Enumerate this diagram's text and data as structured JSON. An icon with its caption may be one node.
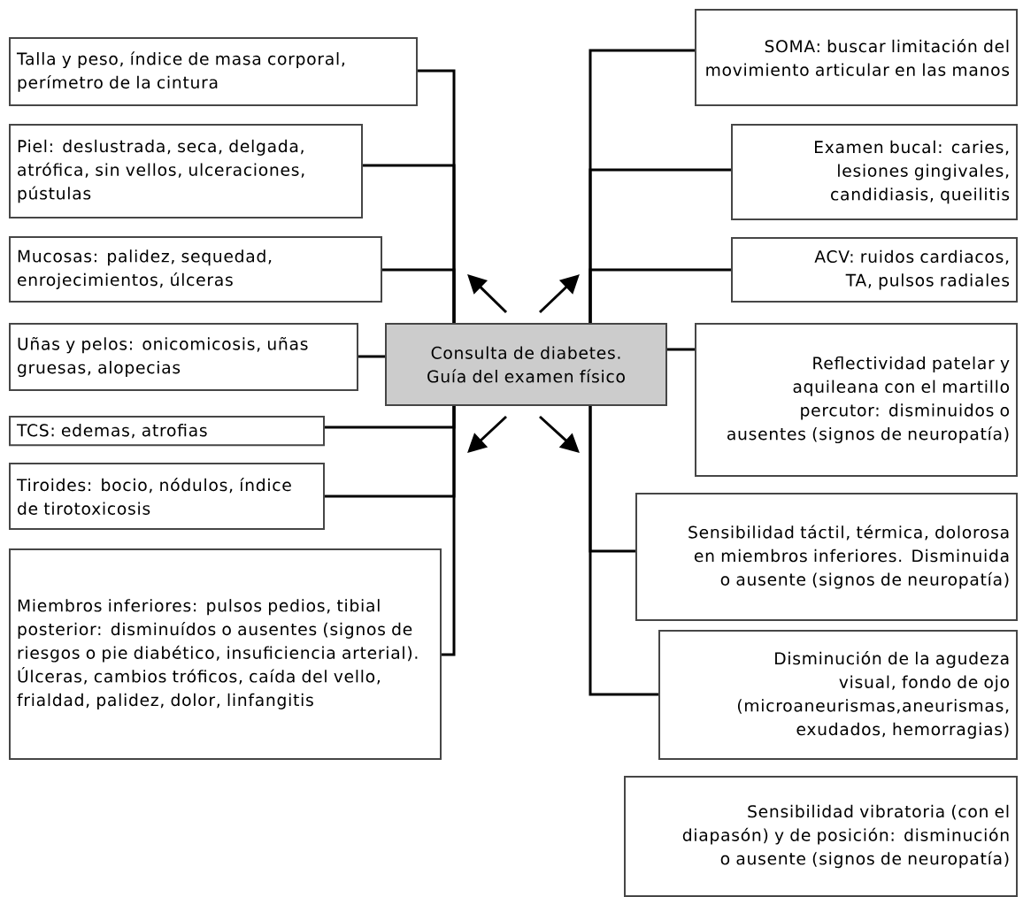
{
  "diagram": {
    "nodes": [
      {
        "text": [
          "Consulta de diabetes. Guía del examen físico"
        ]
      },
      {
        "text": [
          "Talla y peso, índice de masa corporal, perímetro de la cintura"
        ]
      },
      {
        "text": [
          "Piel: deslustrada, seca, delgada, atrófica, sin vellos, ulceraciones, pústulas"
        ]
      },
      {
        "text": [
          "Mucosas: palidez, sequedad, enrojecimientos, úlceras"
        ]
      },
      {
        "text": [
          "Uñas y pelos: onicomicosis, uñas gruesas, alopecias"
        ]
      },
      {
        "text": [
          "TCS: edemas, atrofias"
        ]
      },
      {
        "text": [
          "Tiroides: bocio, nódulos, índice de tirotoxicosis"
        ]
      },
      {
        "text": [
          "Miembros inferiores: pulsos pedios, tibial posterior: disminuídos o ausentes (signos de riesgos o pie diabético, insuficiencia arterial). Úlceras, cambios tróficos, caída del vello, frialdad, palidez, dolor, linfangitis"
        ]
      },
      {
        "text": [
          "SOMA: buscar limitación del movimiento articular en las manos"
        ]
      },
      {
        "text": [
          "Examen bucal: caries, lesiones gingivales, candidiasis, queilitis"
        ]
      },
      {
        "text": [
          "ACV: ruidos cardiacos, TA, pulsos radiales"
        ]
      },
      {
        "text": [
          "Reflectividad patelar y aquileana con el martillo percutor: disminuidos o ausentes (signos de neuropatía)"
        ]
      },
      {
        "text": [
          "Sensibilidad táctil, térmica, dolorosa en miembros inferiores. Disminuida o ausente (signos de neuropatía)"
        ]
      },
      {
        "text": [
          "Disminución de la agudeza visual, fondo de ojo (microaneurismas,aneurismas, exudados, hemorragias)"
        ]
      },
      {
        "text": [
          "Sensibilidad vibratoria (con el diapasón) y de posición: disminución o ausente (signos de neuropatía)"
        ]
      }
    ],
    "edges": [
      {
        "from": 0,
        "to": 1,
        "arrow": "none"
      },
      {
        "from": 0,
        "to": 2,
        "arrow": "none"
      },
      {
        "from": 0,
        "to": 3,
        "arrow": "none"
      },
      {
        "from": 0,
        "to": 4,
        "arrow": "none"
      },
      {
        "from": 0,
        "to": 5,
        "arrow": "none"
      },
      {
        "from": 0,
        "to": 6,
        "arrow": "none"
      },
      {
        "from": 0,
        "to": 7,
        "arrow": "none"
      },
      {
        "from": 0,
        "to": 8,
        "arrow": "none"
      },
      {
        "from": 0,
        "to": 9,
        "arrow": "none"
      },
      {
        "from": 0,
        "to": 10,
        "arrow": "none"
      },
      {
        "from": 0,
        "to": 11,
        "arrow": "none"
      },
      {
        "from": 0,
        "to": 12,
        "arrow": "none"
      },
      {
        "from": 0,
        "to": 13,
        "arrow": "none"
      },
      {
        "from": 0,
        "to": null,
        "arrow": "to"
      },
      {
        "from": 0,
        "to": null,
        "arrow": "to"
      },
      {
        "from": 0,
        "to": null,
        "arrow": "to"
      },
      {
        "from": 0,
        "to": null,
        "arrow": "to"
      }
    ]
  }
}
